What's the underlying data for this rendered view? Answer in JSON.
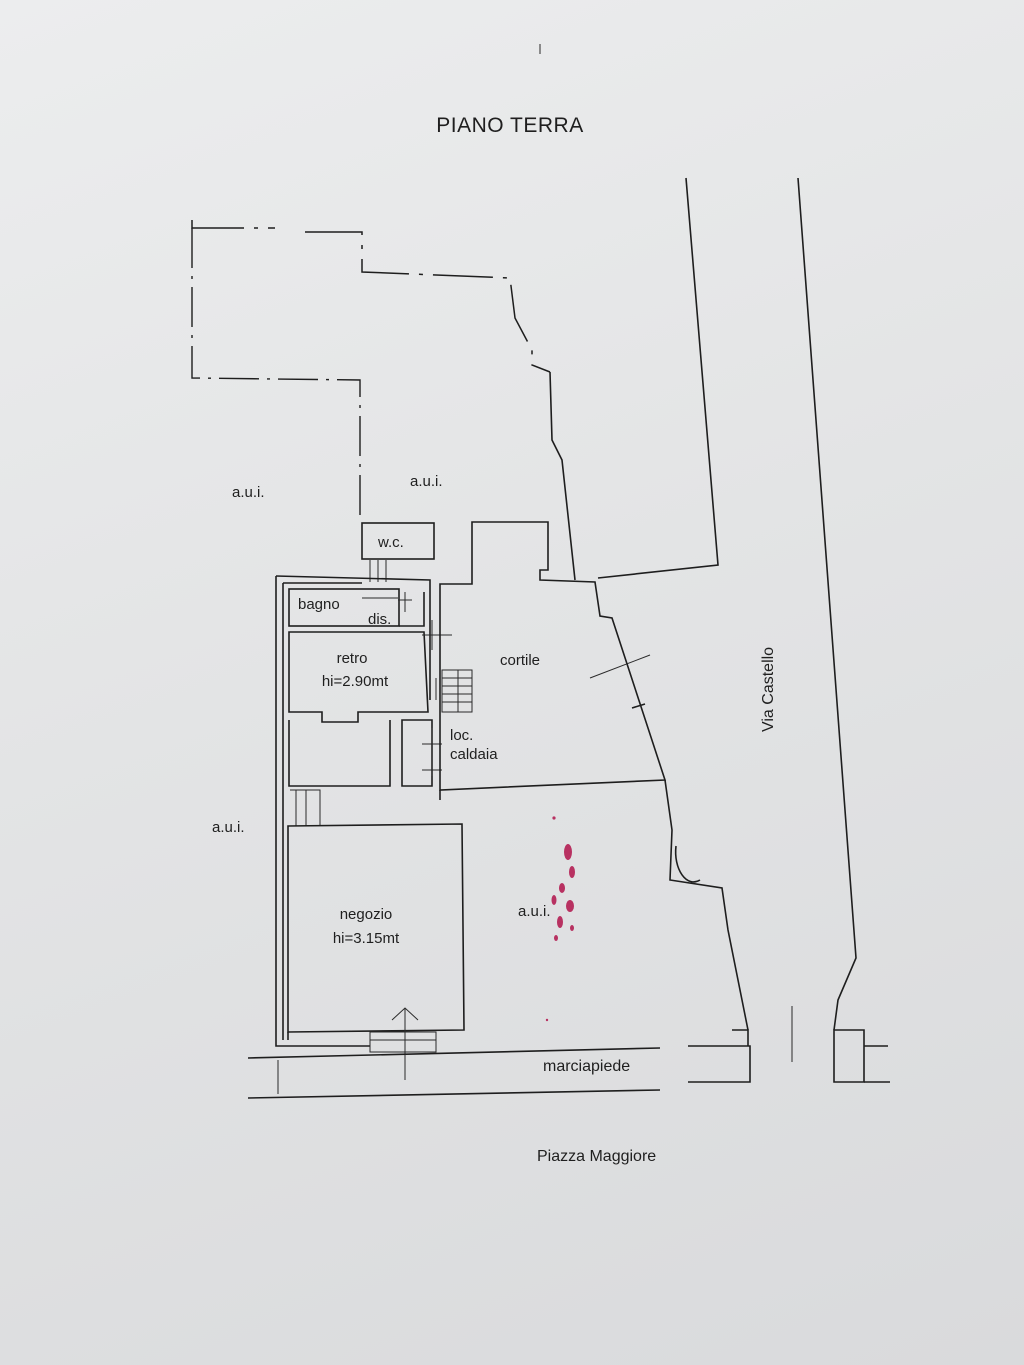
{
  "title": "PIANO TERRA",
  "labels": {
    "aui_left_top": "a.u.i.",
    "aui_center_top": "a.u.i.",
    "aui_left_mid": "a.u.i.",
    "aui_right_mid": "a.u.i.",
    "wc": "w.c.",
    "bagno": "bagno",
    "dis": "dis.",
    "retro": "retro",
    "retro_height": "hi=2.90mt",
    "cortile": "cortile",
    "loc": "loc.",
    "caldaia": "caldaia",
    "negozio": "negozio",
    "negozio_height": "hi=3.15mt",
    "marciapiede": "marciapiede",
    "piazza": "Piazza Maggiore",
    "via": "Via Castello"
  },
  "colors": {
    "paper": "#e6e7e8",
    "ink": "#1e1e1e",
    "stain": "#b0124a"
  }
}
